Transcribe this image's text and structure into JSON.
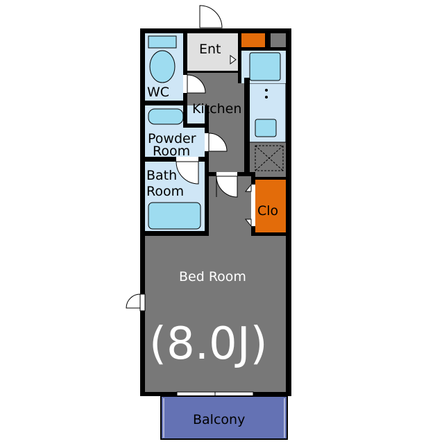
{
  "rooms": {
    "entrance": "Ent",
    "wc": "WC",
    "kitchen": "Kitchen",
    "powder": [
      "Powder",
      "Room"
    ],
    "bath": [
      "Bath",
      "Room"
    ],
    "closet": "Clo",
    "bedroom": "Bed Room",
    "bedroom_size": "(8.0J)",
    "balcony": "Balcony"
  },
  "colors": {
    "floor_dark": "#787878",
    "floor_light": "#e0e0e0",
    "wet_area": "#cfe6f6",
    "fixture": "#9edcf0",
    "closet": "#e36c0a",
    "balcony": "#6472b4",
    "wall": "#000000"
  }
}
